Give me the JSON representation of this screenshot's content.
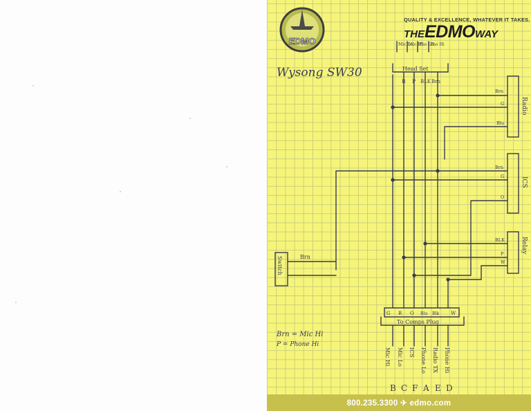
{
  "title": "Wysong SW30",
  "header": {
    "tagline": "QUALITY & EXCELLENCE, WHATEVER IT TAKES.",
    "brand_the": "THE",
    "brand_edmo": "EDMO",
    "brand_way": "WAY",
    "logo_text": "EDMO"
  },
  "footer": {
    "phone_site": "800.235.3300 ✈ edmo.com"
  },
  "top_labels": [
    "Mic Lo",
    "Mic Hi",
    "Pho Lo",
    "Pho Hi"
  ],
  "head_set": {
    "label": "Head Set",
    "pins": [
      "R",
      "P",
      "BLK",
      "Brn"
    ]
  },
  "radio": {
    "label": "Radio",
    "wires": [
      "Brn",
      "G",
      "Blu"
    ]
  },
  "ics": {
    "label": "ICS",
    "wires": [
      "Brn",
      "G",
      "O"
    ]
  },
  "relay": {
    "label": "Relay",
    "wires": [
      "BLK",
      "P",
      "W"
    ]
  },
  "switch": {
    "label": "Switch",
    "wire": "Brn"
  },
  "comp": {
    "label": "To Comps Plug",
    "pins": [
      "G",
      "R",
      "O",
      "Blu",
      "Blk",
      "W"
    ],
    "functions": [
      "Mic Hi",
      "Mic Lo",
      "ICS",
      "Phone Lo",
      "Radio TX",
      "Phone Hi"
    ],
    "letters": [
      "B",
      "C",
      "F",
      "A",
      "E",
      "D"
    ]
  },
  "legend": {
    "line1": "Brn = Mic Hi",
    "line2": "P = Phone Hi"
  }
}
